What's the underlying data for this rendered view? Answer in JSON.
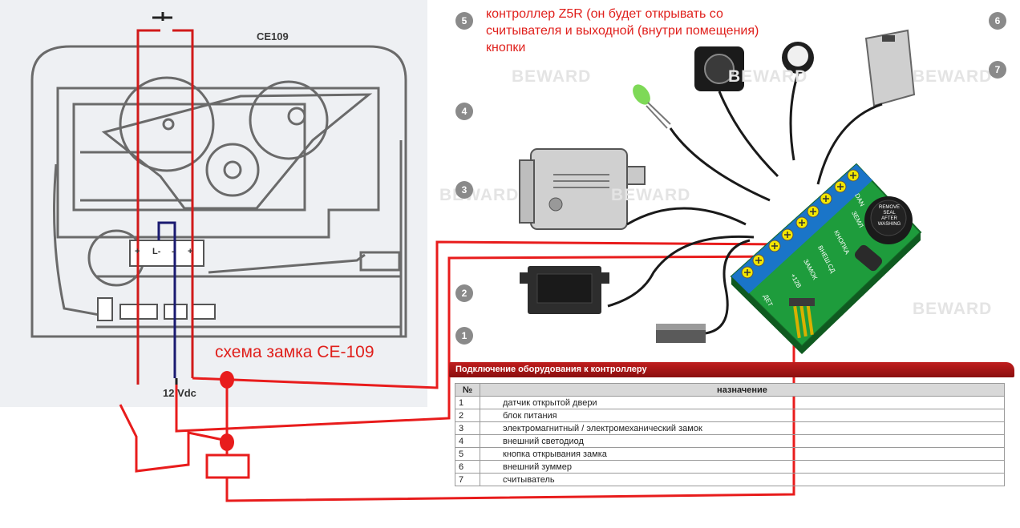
{
  "annotations": {
    "controller_note": [
      "контроллер Z5R (он будет открывать со",
      "считывателя и выходной (внутри помещения)",
      "кнопки"
    ],
    "lock_scheme": "схема замка CE-109"
  },
  "lock": {
    "model": "CE109",
    "supply_label": "12 Vdc",
    "terminals": [
      "+",
      "L-",
      "-",
      "+"
    ]
  },
  "controller": {
    "terminal_labels": [
      "ЗЕМЛ",
      "КНОПКА",
      "ВНЕШ.СД",
      "ЗАМОК",
      "+12В",
      "ДЕТ",
      "DAN"
    ],
    "sticker": [
      "REMOVE",
      "SEAL",
      "AFTER",
      "WASHING"
    ]
  },
  "watermark": "BEWARD",
  "callouts": [
    "1",
    "2",
    "3",
    "4",
    "5",
    "6",
    "7"
  ],
  "table": {
    "title": "Подключение оборудования к контроллеру",
    "columns": [
      "№",
      "назначение"
    ],
    "rows": [
      {
        "no": "1",
        "name": "датчик открытой двери"
      },
      {
        "no": "2",
        "name": "блок питания"
      },
      {
        "no": "3",
        "name": "электромагнитный / электромеханический замок"
      },
      {
        "no": "4",
        "name": "внешний светодиод"
      },
      {
        "no": "5",
        "name": "кнопка открывания замка"
      },
      {
        "no": "6",
        "name": "внешний зуммер"
      },
      {
        "no": "7",
        "name": "считыватель"
      }
    ]
  },
  "colors": {
    "annotation_red": "#e0201c",
    "wire_red": "#e81c1c",
    "board_green": "#1e9c3c",
    "terminal_blue": "#1a6ee0",
    "table_header": "#a41515"
  }
}
